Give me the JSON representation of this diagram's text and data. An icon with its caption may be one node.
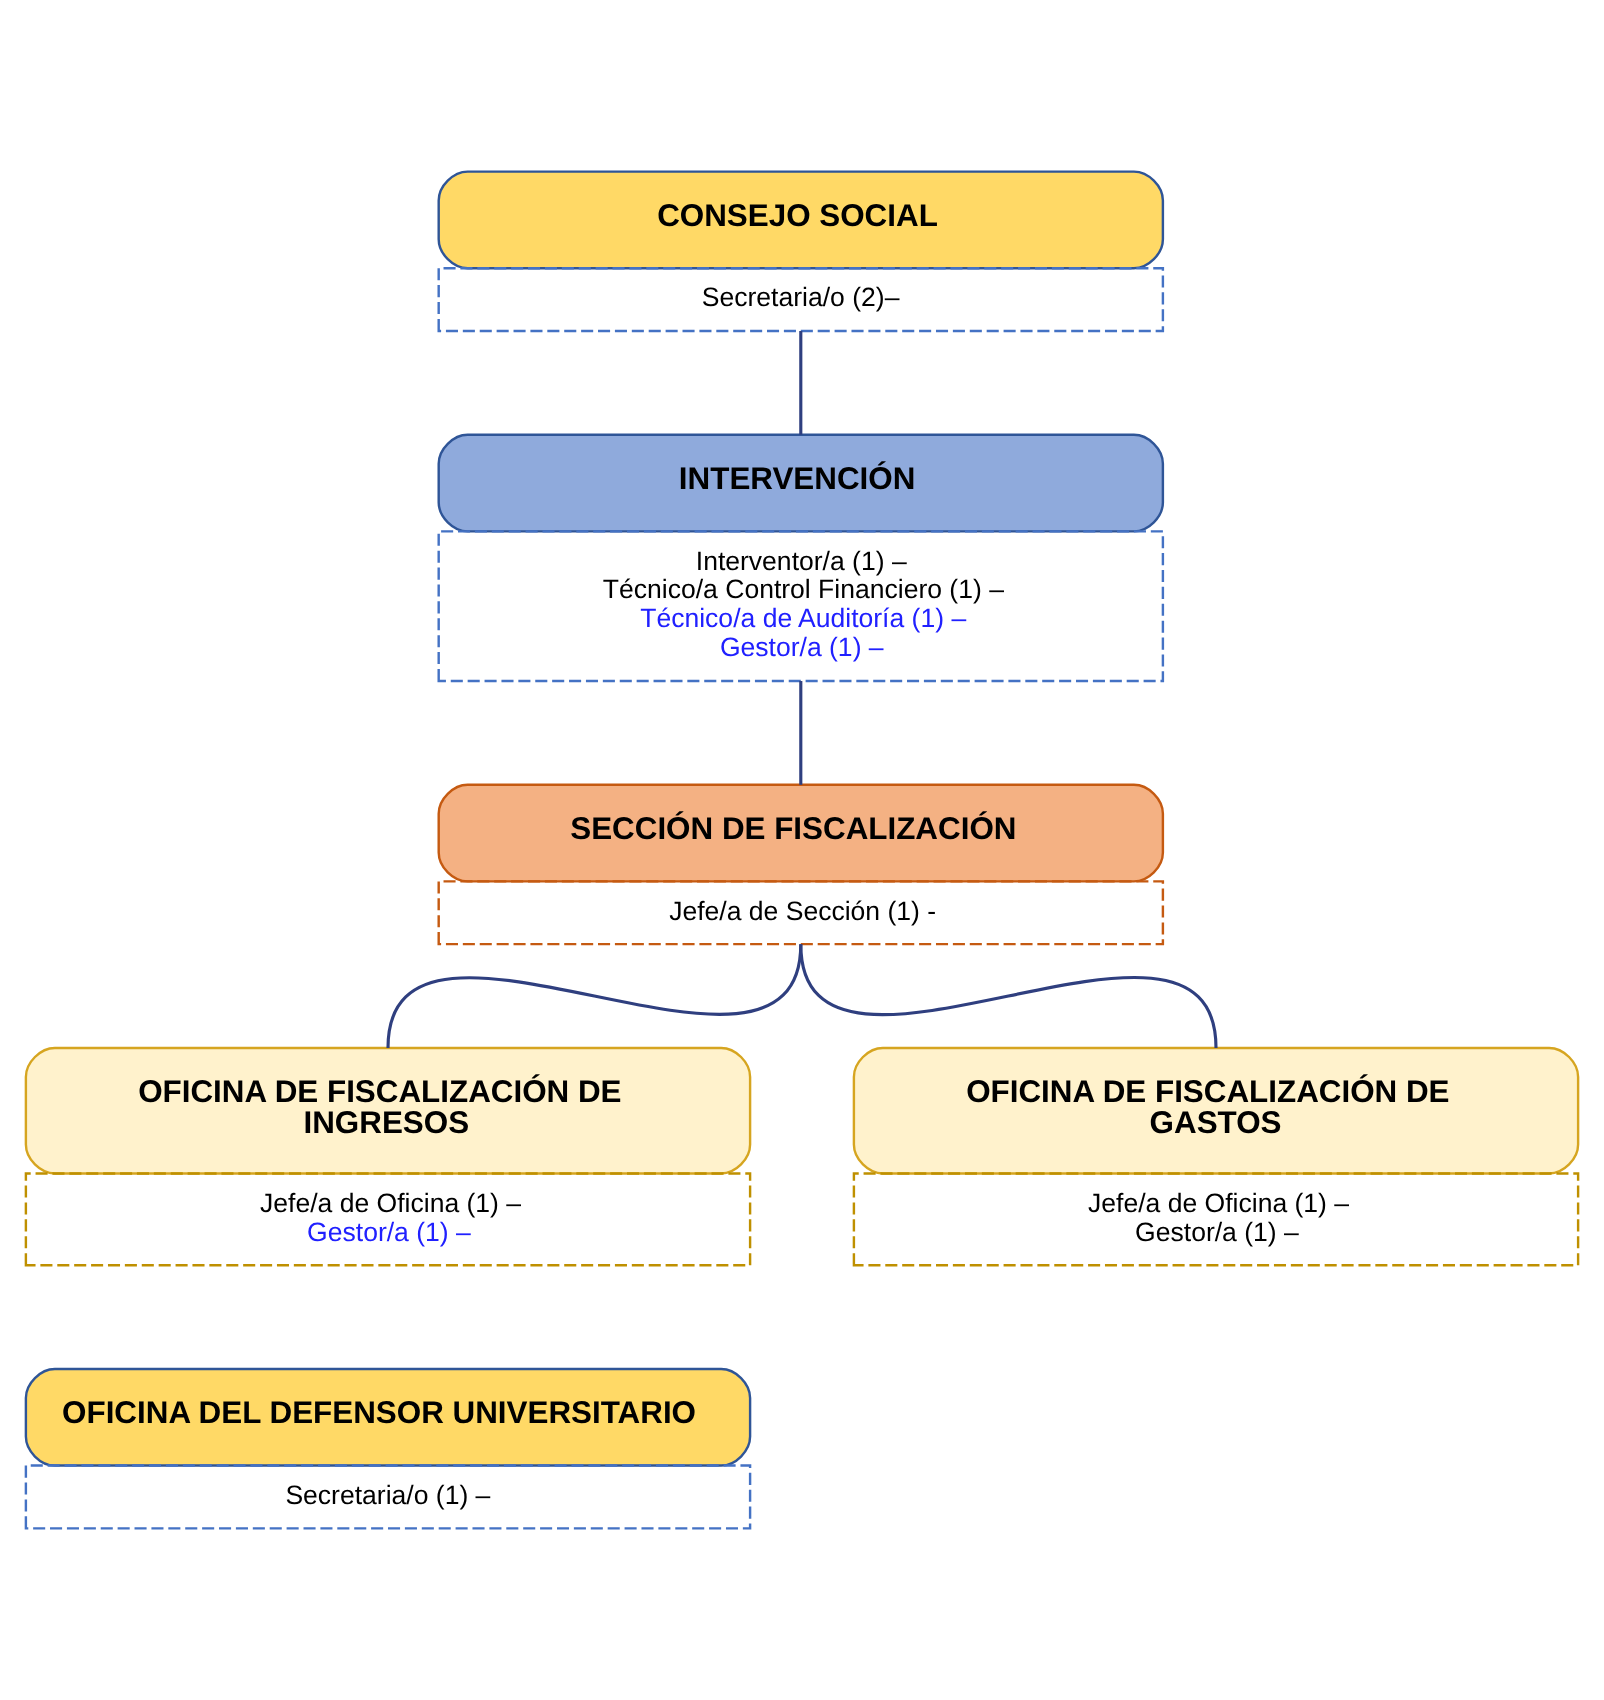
{
  "diagram": {
    "nodes": [
      {
        "text": [
          "CONSEJO SOCIAL",
          "Secretaria/o (2)–"
        ]
      },
      {
        "text": [
          "INTERVENCIÓN",
          "Interventor/a (1) –",
          "Técnico/a Control Financiero (1) –",
          "Técnico/a de Auditoría (1) –",
          "Gestor/a (1) –"
        ]
      },
      {
        "text": [
          "SECCIÓN DE FISCALIZACIÓN",
          "Jefe/a de Sección (1) -"
        ]
      },
      {
        "text": [
          "OFICINA DE FISCALIZACIÓN DE INGRESOS",
          "Jefe/a de Oficina (1) –",
          "Gestor/a (1) –"
        ]
      },
      {
        "text": [
          "OFICINA DE FISCALIZACIÓN DE GASTOS",
          "Jefe/a de Oficina (1) –",
          "Gestor/a (1) –"
        ]
      },
      {
        "text": [
          "OFICINA DEL DEFENSOR UNIVERSITARIO",
          "Secretaria/o (1) –"
        ]
      }
    ],
    "edges": [
      {
        "from": 0,
        "to": 1,
        "arrow": "none"
      },
      {
        "from": 1,
        "to": 2,
        "arrow": "none"
      },
      {
        "from": 2,
        "to": 3,
        "arrow": "none"
      },
      {
        "from": 2,
        "to": 4,
        "arrow": "none"
      }
    ]
  }
}
